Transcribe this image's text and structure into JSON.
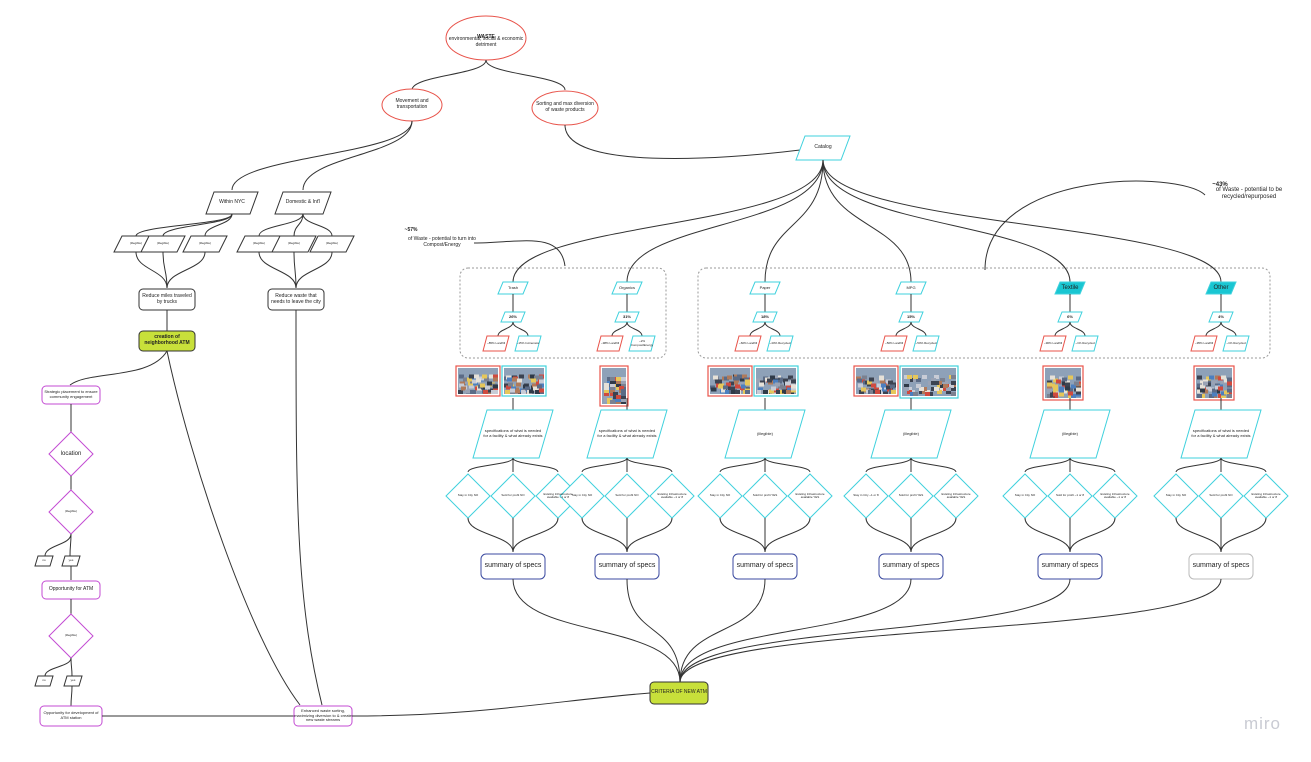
{
  "root": {
    "title": "WASTE",
    "subtitle": "environmental, social & economic detriment"
  },
  "branches": {
    "left": "Movement and transportation",
    "right": "Sorting and max diversion of waste products"
  },
  "left_sub": {
    "nyc": "Within NYC",
    "domestic": "Domestic & Int'l"
  },
  "small_boxes": [
    "(illegible)",
    "(illegible)",
    "(illegible)",
    "(illegible)",
    "(illegible)",
    "(illegible)"
  ],
  "reduce_miles": "Reduce miles traveled by trucks",
  "reduce_waste": "Reduce waste that needs to leave the city",
  "creation": "creation of neighborhood ATM",
  "strategic": "Strategic placement to ensure community engagement",
  "location": "location",
  "diamond2": "(illegible)",
  "diamond3": "(illegible)",
  "no": "no",
  "yes": "yes",
  "opportunity": "Opportunity for ATM",
  "opportunity_dev": "Opportunity for development of ATM station",
  "enhanced": "Enhanced waste sorting, maximizing diversion to & create new waste streams",
  "criteria": "CRITERIA OF NEW ATM",
  "catalog": "Catalog",
  "callout_left": {
    "bold": "~57%",
    "text": " of Waste - potential to turn into Compost/Energy"
  },
  "callout_right": {
    "bold": "~43%",
    "text": " of Waste - potential to be recycled/repurposed"
  },
  "columns": [
    {
      "name": "Trash",
      "pct": "26%",
      "b1": "~85% Landfill",
      "b2": "~15% Incinerator",
      "spec": "specifications of what is needed for a facility & what already exists",
      "d1": "Stay in City NO",
      "d2": "Sold for profit NO",
      "d3": "Existing Infrastructure available ~1 or 8",
      "summary": "summary of specs"
    },
    {
      "name": "Organics",
      "pct": "31%",
      "b1": "~98% Landfill",
      "b2": "~2% Compost/Energy",
      "spec": "specifications of what is needed for a facility & what already exists",
      "d1": "Stay in City NO",
      "d2": "Sold for profit NO",
      "d3": "Existing Infrastructure available ~1 or 8",
      "summary": "summary of specs"
    },
    {
      "name": "Paper",
      "pct": "18%",
      "b1": "~60% Landfill",
      "b2": "~40% Recycled",
      "spec": "(illegible)",
      "d1": "Stay in City NO",
      "d2": "Sold for profit YES",
      "d3": "Existing Infrastructure available YES",
      "summary": "summary of specs"
    },
    {
      "name": "MPG",
      "pct": "15%",
      "b1": "~50% Landfill",
      "b2": "~50% Recycled",
      "spec": "(illegible)",
      "d1": "Stay in City ~1 or 8",
      "d2": "Sold for profit YES",
      "d3": "Existing Infrastructure available YES",
      "summary": "summary of specs"
    },
    {
      "name": "Textile",
      "pct": "6%",
      "b1": "~90% Landfill",
      "b2": "~1% Recycled",
      "spec": "(illegible)",
      "d1": "Stay in City NO",
      "d2": "Sold for profit ~1 or 8",
      "d3": "Existing Infrastructure available ~1 or 8",
      "summary": "summary of specs"
    },
    {
      "name": "Other",
      "pct": "4%",
      "b1": "~95% Landfill",
      "b2": "~1% Recycled",
      "spec": "specifications of what is needed for a facility & what already exists",
      "d1": "Stay in City NO",
      "d2": "Sold for profit NO",
      "d3": "Existing Infrastructure available ~1 or 8",
      "summary": "summary of specs"
    }
  ],
  "watermark": "miro",
  "colors": {
    "red": "#e8534a",
    "cyan": "#3fd1dd",
    "cyan_fill": "#19c6d2",
    "purple": "#c34bd3",
    "lime": "#c8e03a",
    "navy": "#3b4aa0",
    "line": "#333333"
  }
}
